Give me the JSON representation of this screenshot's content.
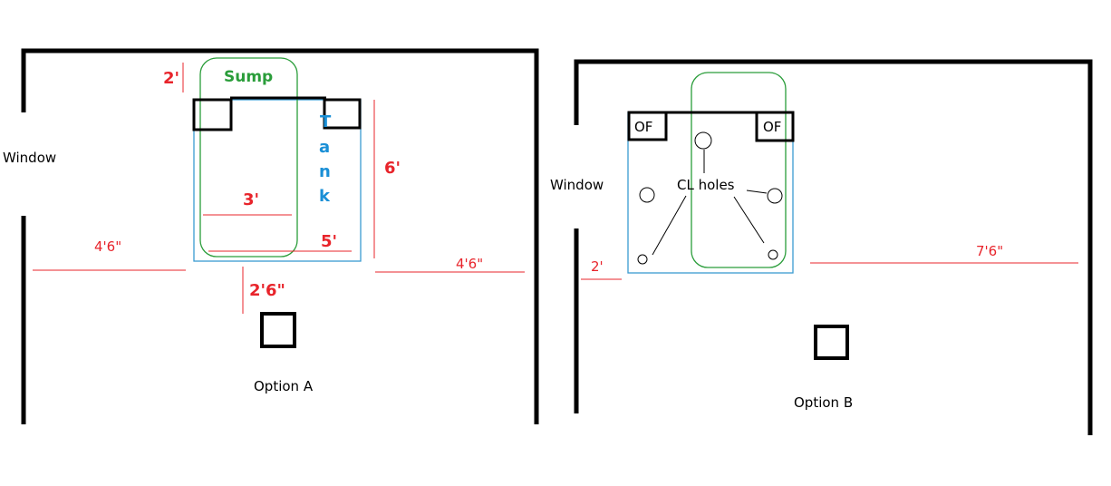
{
  "colors": {
    "wall": "#000000",
    "dimension": "#e8242b",
    "sump": "#2a9d3a",
    "tank": "#1a8fd6",
    "outline_blue": "#3a9bd1"
  },
  "option_a": {
    "caption": "Option A",
    "window_label": "Window",
    "sump_label": "Sump",
    "tank_label_letters": [
      "T",
      "a",
      "n",
      "k"
    ],
    "dimensions": {
      "sump_gap": "2'",
      "tank_height": "6'",
      "sump_width": "3'",
      "tank_width": "5'",
      "left_clearance": "4'6\"",
      "right_clearance": "4'6\"",
      "front_clearance": "2'6\""
    }
  },
  "option_b": {
    "caption": "Option B",
    "window_label": "Window",
    "overflow_left": "OF",
    "overflow_right": "OF",
    "cl_holes_label": "CL holes",
    "dimensions": {
      "window_gap": "2'",
      "right_clearance": "7'6\""
    }
  }
}
